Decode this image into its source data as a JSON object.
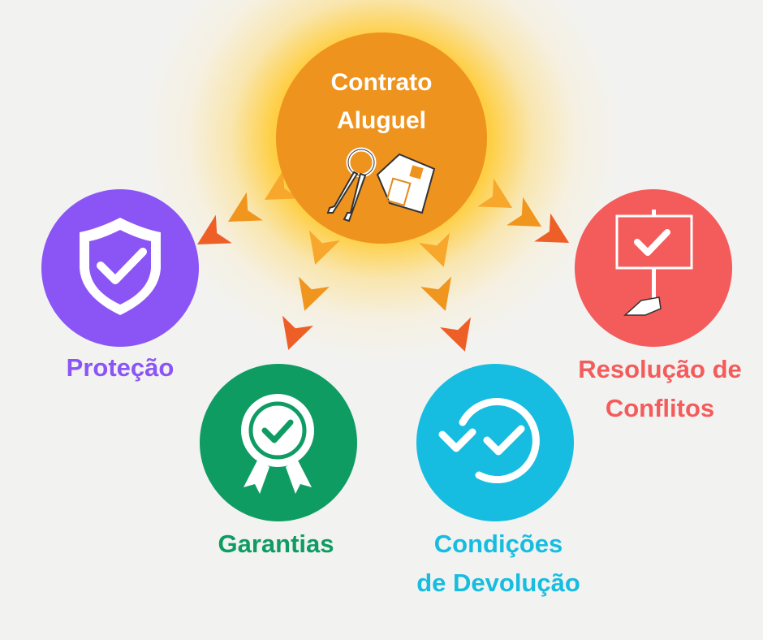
{
  "center": {
    "title_line1": "Contrato",
    "title_line2": "Aluguel",
    "icon": "house-keys-icon",
    "color": "#ef931f"
  },
  "nodes": [
    {
      "id": "protecao",
      "label_lines": [
        "Proteção"
      ],
      "icon": "shield-check-icon",
      "color": "#8b55f6"
    },
    {
      "id": "garantias",
      "label_lines": [
        "Garantias"
      ],
      "icon": "badge-check-icon",
      "color": "#0f9c63"
    },
    {
      "id": "condicoes",
      "label_lines": [
        "Condições",
        "de Devolução"
      ],
      "icon": "return-check-icon",
      "color": "#16bde0"
    },
    {
      "id": "resolucao",
      "label_lines": [
        "Resolução de",
        "Conflitos"
      ],
      "icon": "sign-check-icon",
      "color": "#f45b5b"
    }
  ],
  "arrow_colors": [
    "#f7a82c",
    "#f0961f",
    "#ee5f27"
  ]
}
